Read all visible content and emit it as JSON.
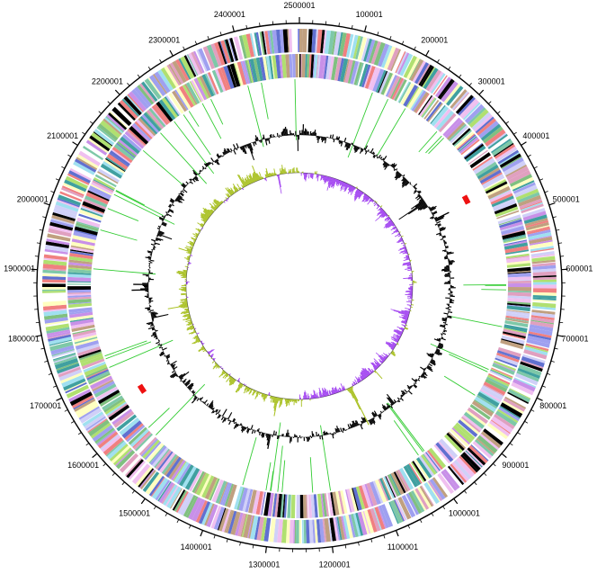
{
  "genome": {
    "length": 2500000,
    "labels": [
      {
        "pos": 1,
        "text": "2500001"
      },
      {
        "pos": 100000,
        "text": "100001"
      },
      {
        "pos": 200000,
        "text": "200001"
      },
      {
        "pos": 300000,
        "text": "300001"
      },
      {
        "pos": 400000,
        "text": "400001"
      },
      {
        "pos": 500000,
        "text": "500001"
      },
      {
        "pos": 600000,
        "text": "600001"
      },
      {
        "pos": 700000,
        "text": "700001"
      },
      {
        "pos": 800000,
        "text": "800001"
      },
      {
        "pos": 900000,
        "text": "900001"
      },
      {
        "pos": 1000000,
        "text": "1000001"
      },
      {
        "pos": 1100000,
        "text": "1100001"
      },
      {
        "pos": 1200000,
        "text": "1200001"
      },
      {
        "pos": 1300000,
        "text": "1300001"
      },
      {
        "pos": 1400000,
        "text": "1400001"
      },
      {
        "pos": 1500000,
        "text": "1500001"
      },
      {
        "pos": 1600000,
        "text": "1600001"
      },
      {
        "pos": 1700000,
        "text": "1700001"
      },
      {
        "pos": 1800000,
        "text": "1800001"
      },
      {
        "pos": 1900000,
        "text": "1900001"
      },
      {
        "pos": 2000000,
        "text": "2000001"
      },
      {
        "pos": 2100000,
        "text": "2100001"
      },
      {
        "pos": 2200000,
        "text": "2200001"
      },
      {
        "pos": 2300000,
        "text": "2300001"
      },
      {
        "pos": 2400000,
        "text": "2400001"
      }
    ],
    "gene_palette": [
      "#9fa0f0",
      "#f08080",
      "#7ec8a8",
      "#c890e8",
      "#ffffc0",
      "#000000",
      "#a0e0f0",
      "#e0a0c0",
      "#80c080",
      "#6070d0",
      "#c0a080",
      "#ffffff",
      "#d0d0f8",
      "#40a0a0",
      "#f0c0f0",
      "#b0e070"
    ],
    "rrna_color": "#ee1111",
    "rrna_positions": [
      435000,
      1645000
    ],
    "trna_color": "#33cc33",
    "gc_content_color": "#000000",
    "gc_skew_positive_color": "#a8c020",
    "gc_skew_negative_color": "#a040f0"
  }
}
